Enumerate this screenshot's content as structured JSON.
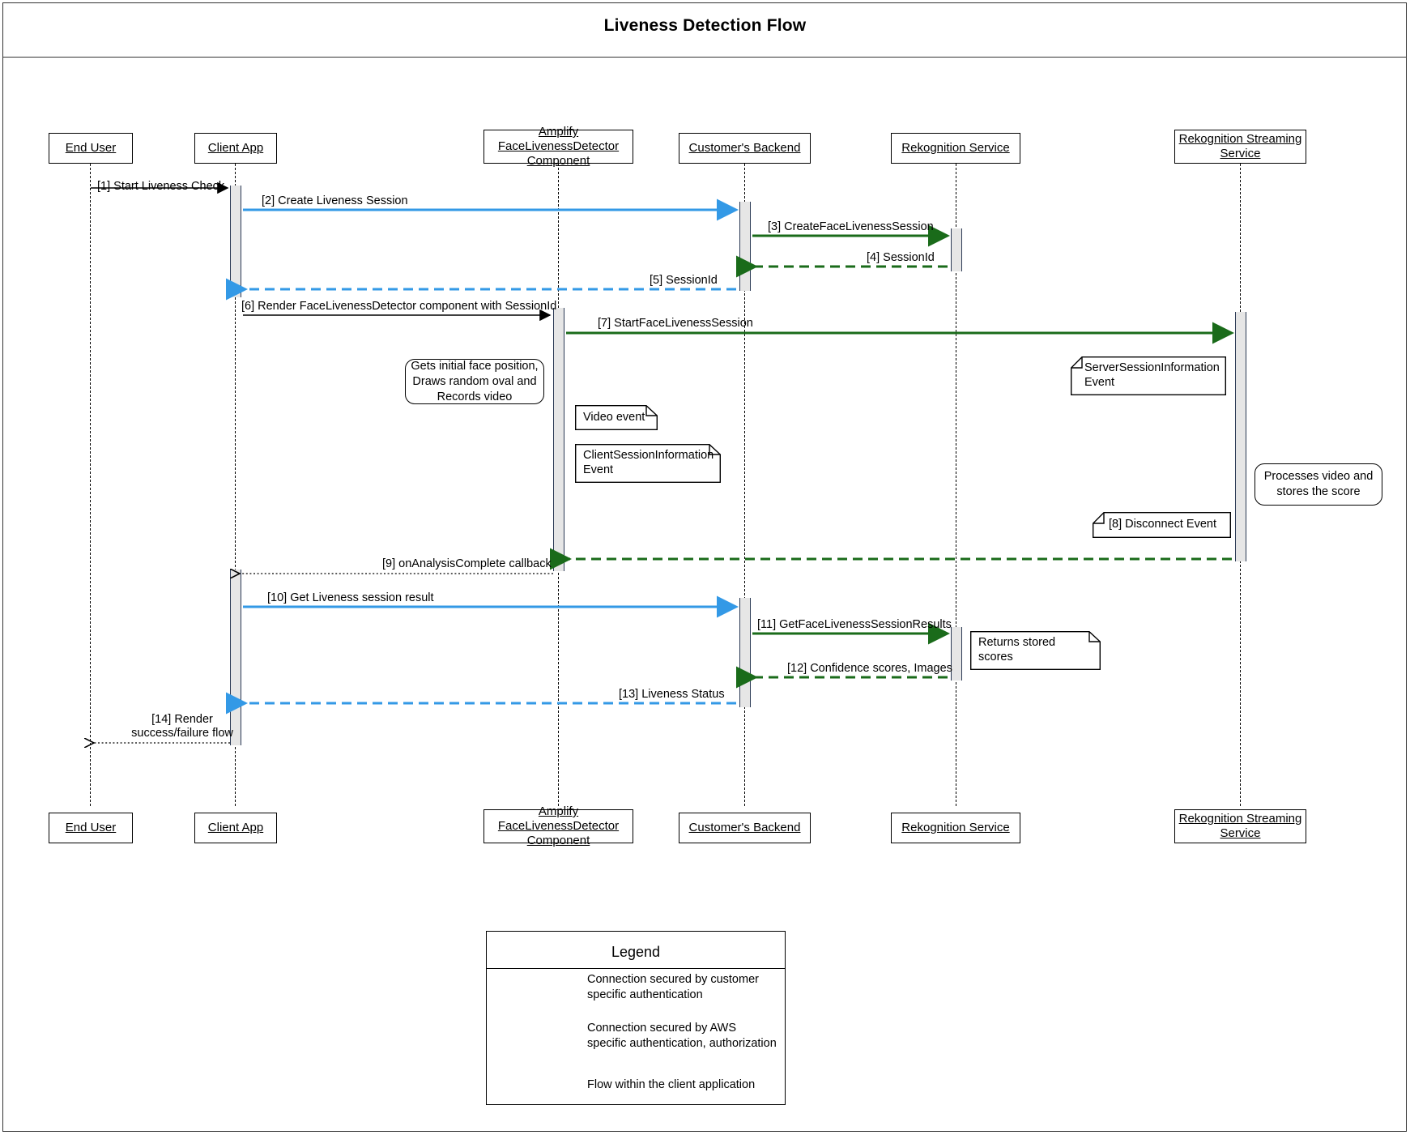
{
  "title": "Liveness Detection Flow",
  "participants": [
    {
      "id": "end-user",
      "label": "End User"
    },
    {
      "id": "client-app",
      "label": "Client App"
    },
    {
      "id": "amplify-component",
      "label": "Amplify FaceLivenessDetector\nComponent"
    },
    {
      "id": "customers-backend",
      "label": "Customer's Backend"
    },
    {
      "id": "rekognition-service",
      "label": "Rekognition Service"
    },
    {
      "id": "rekognition-streaming-service",
      "label": "Rekognition Streaming\nService"
    }
  ],
  "messages": [
    {
      "n": "1",
      "label": "[1] Start Liveness Check",
      "style": "black-solid"
    },
    {
      "n": "2",
      "label": "[2] Create Liveness Session",
      "style": "blue-solid"
    },
    {
      "n": "3",
      "label": "[3] CreateFaceLivenessSession",
      "style": "green-solid"
    },
    {
      "n": "4",
      "label": "[4] SessionId",
      "style": "green-dashed"
    },
    {
      "n": "5",
      "label": "[5] SessionId",
      "style": "blue-dashed"
    },
    {
      "n": "6",
      "label": "[6] Render FaceLivenessDetector component with SessionId",
      "style": "black-solid"
    },
    {
      "n": "7",
      "label": "[7] StartFaceLivenessSession",
      "style": "green-solid"
    },
    {
      "n": "9",
      "label": "[9] onAnalysisComplete callback",
      "style": "black-dotted"
    },
    {
      "n": "9b",
      "label": "",
      "style": "green-dashed"
    },
    {
      "n": "10",
      "label": "[10] Get Liveness session result",
      "style": "blue-solid"
    },
    {
      "n": "11",
      "label": "[11] GetFaceLivenessSessionResults",
      "style": "green-solid"
    },
    {
      "n": "12",
      "label": "[12] Confidence scores, Images",
      "style": "green-dashed"
    },
    {
      "n": "13",
      "label": "[13] Liveness Status",
      "style": "blue-dashed"
    },
    {
      "n": "14",
      "label": "[14] Render\nsuccess/failure flow",
      "style": "black-dotted"
    }
  ],
  "notes": [
    {
      "id": "gets-initial-face-position",
      "text": "Gets initial face position,\nDraws random oval and\nRecords video",
      "shape": "rounded"
    },
    {
      "id": "video-event",
      "text": "Video event",
      "shape": "folded-right"
    },
    {
      "id": "client-session-information-event",
      "text": "ClientSessionInformation\nEvent",
      "shape": "folded-right"
    },
    {
      "id": "server-session-information-event",
      "text": "ServerSessionInformation\nEvent",
      "shape": "folded-left"
    },
    {
      "id": "processes-video-and-stores-the-score",
      "text": "Processes video and\nstores the score",
      "shape": "rounded"
    },
    {
      "id": "disconnect-event",
      "text": "[8] Disconnect Event",
      "shape": "folded-left"
    },
    {
      "id": "returns-stored-scores",
      "text": "Returns stored\nscores",
      "shape": "folded-right"
    }
  ],
  "legend": {
    "title": "Legend",
    "entries": [
      {
        "color": "#3399e6",
        "text": "Connection secured by customer\nspecific authentication"
      },
      {
        "color": "#1a6b1a",
        "text": "Connection secured by AWS\nspecific authentication, authorization"
      },
      {
        "color": "#000000",
        "text": "Flow within the client application"
      }
    ]
  },
  "colors": {
    "blue": "#3399e6",
    "green": "#1a6b1a",
    "black": "#000000",
    "activation_fill": "#e6e6e6",
    "activation_border": "#2b3a55"
  }
}
